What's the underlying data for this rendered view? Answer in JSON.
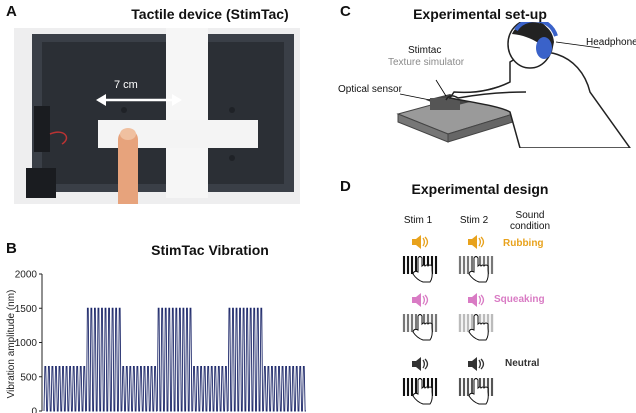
{
  "panels": {
    "a": {
      "letter": "A",
      "title": "Tactile device (StimTac)",
      "measure": "7 cm"
    },
    "b": {
      "letter": "B",
      "title": "StimTac Vibration"
    },
    "c": {
      "letter": "C",
      "title": "Experimental set-up",
      "labels": {
        "stimtac": "Stimtac",
        "texture": "Texture simulator",
        "optical": "Optical sensor",
        "headphones": "Headphones"
      }
    },
    "d": {
      "letter": "D",
      "title": "Experimental design",
      "columns": [
        "Stim 1",
        "Stim 2",
        "Sound\ncondition"
      ],
      "rows": [
        {
          "condition": "Rubbing",
          "color": "#e8a21c"
        },
        {
          "condition": "Squeaking",
          "color": "#d97bc4"
        },
        {
          "condition": "Neutral",
          "color": "#333333"
        }
      ]
    }
  },
  "chart_data": {
    "type": "line",
    "title": "StimTac Vibration",
    "ylabel": "Vibration amplitude (nm)",
    "ylim": [
      0,
      2000
    ],
    "yticks": [
      0,
      500,
      1000,
      1500,
      2000
    ],
    "segments": [
      {
        "amplitude": 650,
        "cycles": 12
      },
      {
        "amplitude": 1500,
        "cycles": 10
      },
      {
        "amplitude": 650,
        "cycles": 10
      },
      {
        "amplitude": 1500,
        "cycles": 10
      },
      {
        "amplitude": 650,
        "cycles": 10
      },
      {
        "amplitude": 1500,
        "cycles": 10
      },
      {
        "amplitude": 650,
        "cycles": 12
      }
    ],
    "line_color": "#1f2a6b"
  }
}
